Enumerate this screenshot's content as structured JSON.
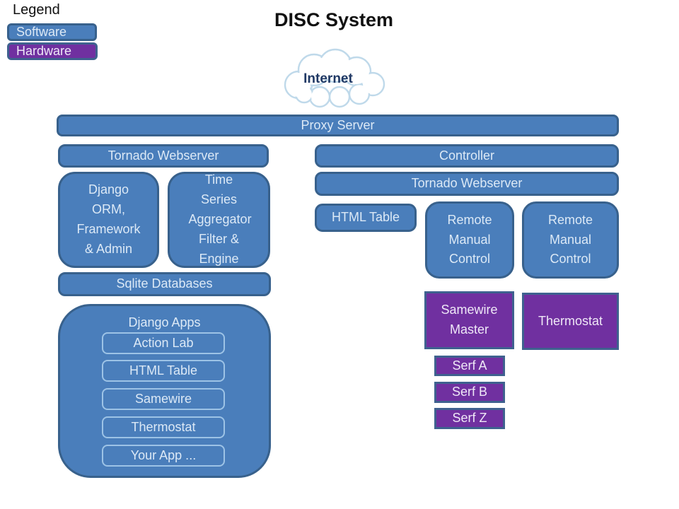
{
  "title": "DISC System",
  "colors": {
    "software_fill": "#4A7EBB",
    "software_border": "#38618C",
    "hardware_fill": "#7030A0",
    "hardware_border": "#3F618F",
    "box_text": "#DCE9F6",
    "cloud_stroke": "#BFD9EA",
    "internet_text": "#1F3864"
  },
  "legend": {
    "label": "Legend",
    "software": "Software",
    "hardware": "Hardware"
  },
  "cloud": {
    "label": "Internet"
  },
  "nodes": {
    "proxy": "Proxy Server",
    "left": {
      "tornado": "Tornado Webserver",
      "django_orm": "Django ORM, Framework & Admin",
      "time_series": "Time Series Aggregator Filter & Engine",
      "sqlite": "Sqlite Databases",
      "django_apps": {
        "label": "Django Apps",
        "items": [
          "Action Lab",
          "HTML Table",
          "Samewire",
          "Thermostat",
          "Your App ..."
        ]
      }
    },
    "right": {
      "controller": "Controller",
      "tornado": "Tornado Webserver",
      "html_table": "HTML Table",
      "rmc1": "Remote Manual Control",
      "rmc2": "Remote Manual Control",
      "samewire_master": "Samewire Master",
      "thermostat": "Thermostat",
      "serfs": [
        "Serf A",
        "Serf B",
        "Serf Z"
      ]
    }
  }
}
